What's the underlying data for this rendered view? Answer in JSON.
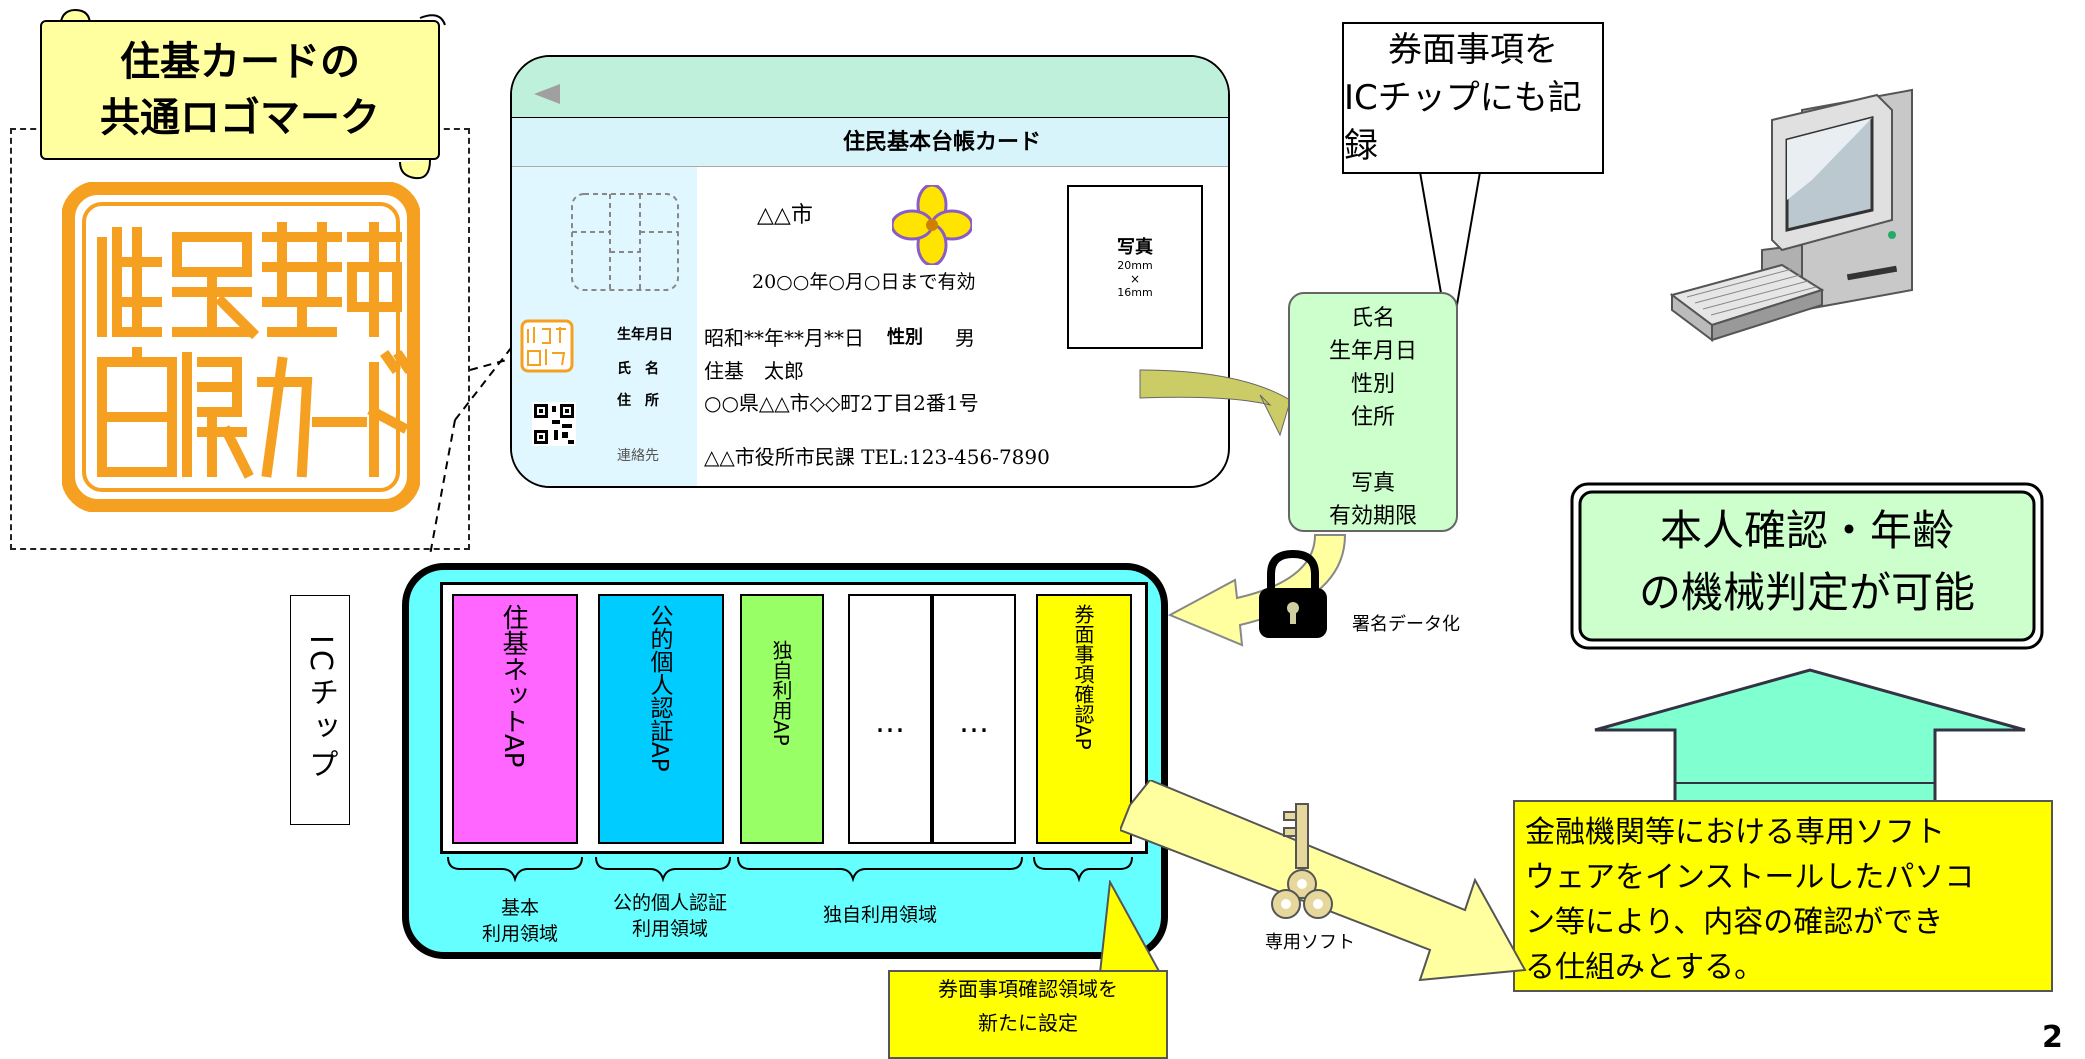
{
  "logo_banner": {
    "line1": "住基カードの",
    "line2": "共通ロゴマーク"
  },
  "logo_mark": {
    "row1": [
      "住",
      "民",
      "基",
      "本"
    ],
    "row2": [
      "台",
      "帳",
      "カ",
      "ー",
      "ド"
    ]
  },
  "card": {
    "title": "住民基本台帳カード",
    "city": "△△市",
    "validity": "20○○年○月○日まで有効",
    "birth_label": "生年月日",
    "birth_value": "昭和**年**月**日",
    "sex_label": "性別",
    "sex_value": "男",
    "name_label": "氏　名",
    "name_value": "住基　太郎",
    "address_label": "住　所",
    "address_value": "○○県△△市◇◇町2丁目2番1号",
    "contact_label": "連絡先",
    "contact_value": "△△市役所市民課 TEL:123-456-7890",
    "photo_title": "写真",
    "photo_size1": "20mm",
    "photo_size_x": "×",
    "photo_size2": "16mm"
  },
  "callout_top": {
    "line1": "券面事項を",
    "line2": "ICチップにも記録"
  },
  "card_items": {
    "lines": [
      "氏名",
      "生年月日",
      "性別",
      "住所",
      "",
      "写真",
      "有効期限"
    ]
  },
  "signature_label": "署名データ化",
  "result_box": {
    "line1": "本人確認・年齢",
    "line2": "の機械判定が可能"
  },
  "ic_chip_label": "ICチップ",
  "chip_slots": [
    {
      "label": "住基ネットAP",
      "color": "#ff66ff"
    },
    {
      "label": "公的個人認証AP",
      "color": "#00ccff"
    },
    {
      "label": "独自利用AP",
      "color": "#99ff66"
    },
    {
      "label": "…",
      "color": "#ffffff"
    },
    {
      "label": "…",
      "color": "#ffffff"
    },
    {
      "label": "券面事項確認AP",
      "color": "#ffff00"
    }
  ],
  "regions": {
    "basic_line1": "基本",
    "basic_line2": "利用領域",
    "jpki_line1": "公的個人認証",
    "jpki_line2": "利用領域",
    "own": "独自利用領域"
  },
  "new_area_note": {
    "line1": "券面事項確認領域を",
    "line2": "新たに設定"
  },
  "software_label": "専用ソフト",
  "bank_note": {
    "lines": [
      "金融機関等における専用ソフト",
      "ウェアをインストールしたパソコ",
      "ン等により、内容の確認ができ",
      "る仕組みとする。"
    ]
  },
  "page_number": "2",
  "colors": {
    "accent_green": "#ccffcc",
    "chip_cyan": "#66ffff",
    "note_yellow": "#ffff00",
    "arrow_mint": "#80ffd0",
    "logo_orange": "#f5a020"
  }
}
